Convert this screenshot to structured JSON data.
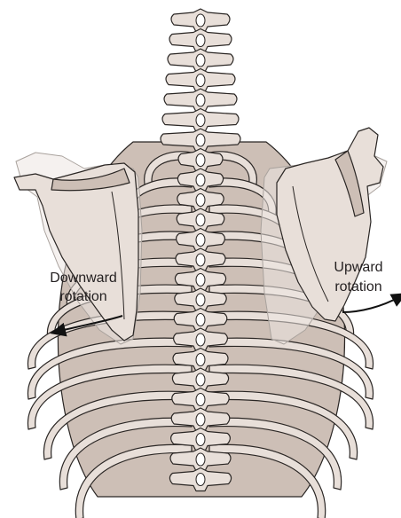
{
  "labels": {
    "left_line1": "Downward",
    "left_line2": "rotation",
    "right_line1": "Upward",
    "right_line2": "rotation"
  },
  "colors": {
    "bone": "#e8dfd9",
    "bone_shadow": "#cdbfb6",
    "outline": "#2a2624",
    "ghost_outline": "#a9a29d"
  },
  "icons": [
    "downward-rotation-arrow-icon",
    "upward-rotation-arrow-icon"
  ]
}
